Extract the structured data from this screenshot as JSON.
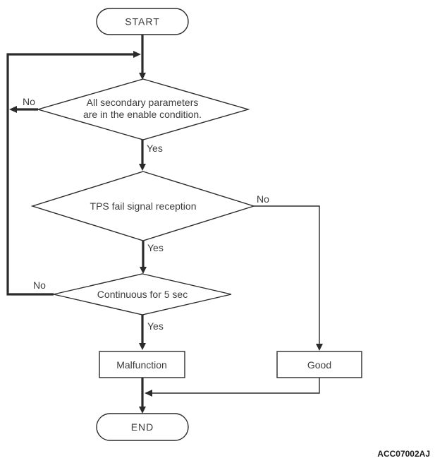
{
  "diagram": {
    "type": "flowchart",
    "figure_code": "ACC07002AJ",
    "colors": {
      "background": "#ffffff",
      "line": "#2b2b2b",
      "text": "#3c3c3e",
      "shape_fill": "#ffffff"
    },
    "nodes": {
      "start": {
        "label": "START",
        "shape": "stadium"
      },
      "decision1": {
        "label_line1": "All secondary parameters",
        "label_line2": "are in the enable condition.",
        "shape": "diamond"
      },
      "decision2": {
        "label": "TPS fail signal reception",
        "shape": "diamond"
      },
      "decision3": {
        "label": "Continuous for 5 sec",
        "shape": "diamond"
      },
      "malfunction": {
        "label": "Malfunction",
        "shape": "rect"
      },
      "good": {
        "label": "Good",
        "shape": "rect"
      },
      "end": {
        "label": "END",
        "shape": "stadium"
      }
    },
    "edge_labels": {
      "decision1_no": "No",
      "decision1_yes": "Yes",
      "decision2_no": "No",
      "decision2_yes": "Yes",
      "decision3_no": "No",
      "decision3_yes": "Yes"
    }
  }
}
